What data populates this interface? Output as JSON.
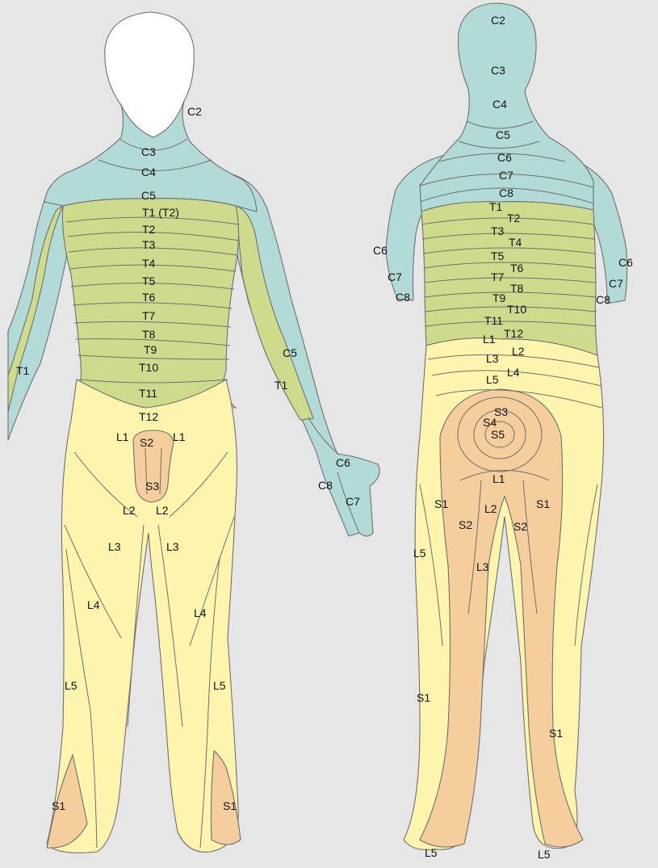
{
  "colors": {
    "background": "#e6e6e6",
    "cervical": "#b2dad6",
    "thoracic": "#cfdb8c",
    "lumbar": "#fdf4ae",
    "sacral": "#f6cd9c",
    "head": "#ffffff",
    "outline": "#6f6f6f"
  },
  "front_view": {
    "labels": {
      "c2": "C2",
      "c3": "C3",
      "c4": "C4",
      "c5": "C5",
      "t1_t2": "T1 (T2)",
      "t2": "T2",
      "t3": "T3",
      "t4": "T4",
      "t5": "T5",
      "t6": "T6",
      "t7": "T7",
      "t8": "T8",
      "t9": "T9",
      "t10": "T10",
      "t11": "T11",
      "t12": "T12",
      "t1_left_arm": "T1",
      "t1_right_arm": "T1",
      "c5_right_arm": "C5",
      "c6_hand": "C6",
      "c7_hand": "C7",
      "c8_hand": "C8",
      "l1_left": "L1",
      "l1_right": "L1",
      "s2": "S2",
      "s3": "S3",
      "l2_left": "L2",
      "l2_right": "L2",
      "l3_left": "L3",
      "l3_right": "L3",
      "l4_left": "L4",
      "l4_right": "L4",
      "l5_left": "L5",
      "l5_right": "L5",
      "s1_left": "S1",
      "s1_right": "S1"
    }
  },
  "back_view": {
    "labels": {
      "c2": "C2",
      "c3": "C3",
      "c4": "C4",
      "c5": "C5",
      "c6": "C6",
      "c7": "C7",
      "c8": "C8",
      "c6_left_arm": "C6",
      "c7_left_arm": "C7",
      "c8_left_arm": "C8",
      "c6_right_arm": "C6",
      "c7_right_arm": "C7",
      "c8_right_arm": "C8",
      "t1": "T1",
      "t2": "T2",
      "t3": "T3",
      "t4": "T4",
      "t5": "T5",
      "t6": "T6",
      "t7": "T7",
      "t8": "T8",
      "t9": "T9",
      "t10": "T10",
      "t11": "T11",
      "t12": "T12",
      "l1": "L1",
      "l2": "L2",
      "l3": "L3",
      "l4": "L4",
      "l5": "L5",
      "s3": "S3",
      "s4": "S4",
      "s5": "S5",
      "l1_buttock": "L1",
      "l2_thigh": "L2",
      "l3_thigh": "L3",
      "s1_left": "S1",
      "s1_right": "S1",
      "s2_left": "S2",
      "s2_right": "S2",
      "s1_left_calf": "S1",
      "s1_right_calf": "S1",
      "l5_left_foot": "L5",
      "l5_right_foot": "L5"
    }
  }
}
